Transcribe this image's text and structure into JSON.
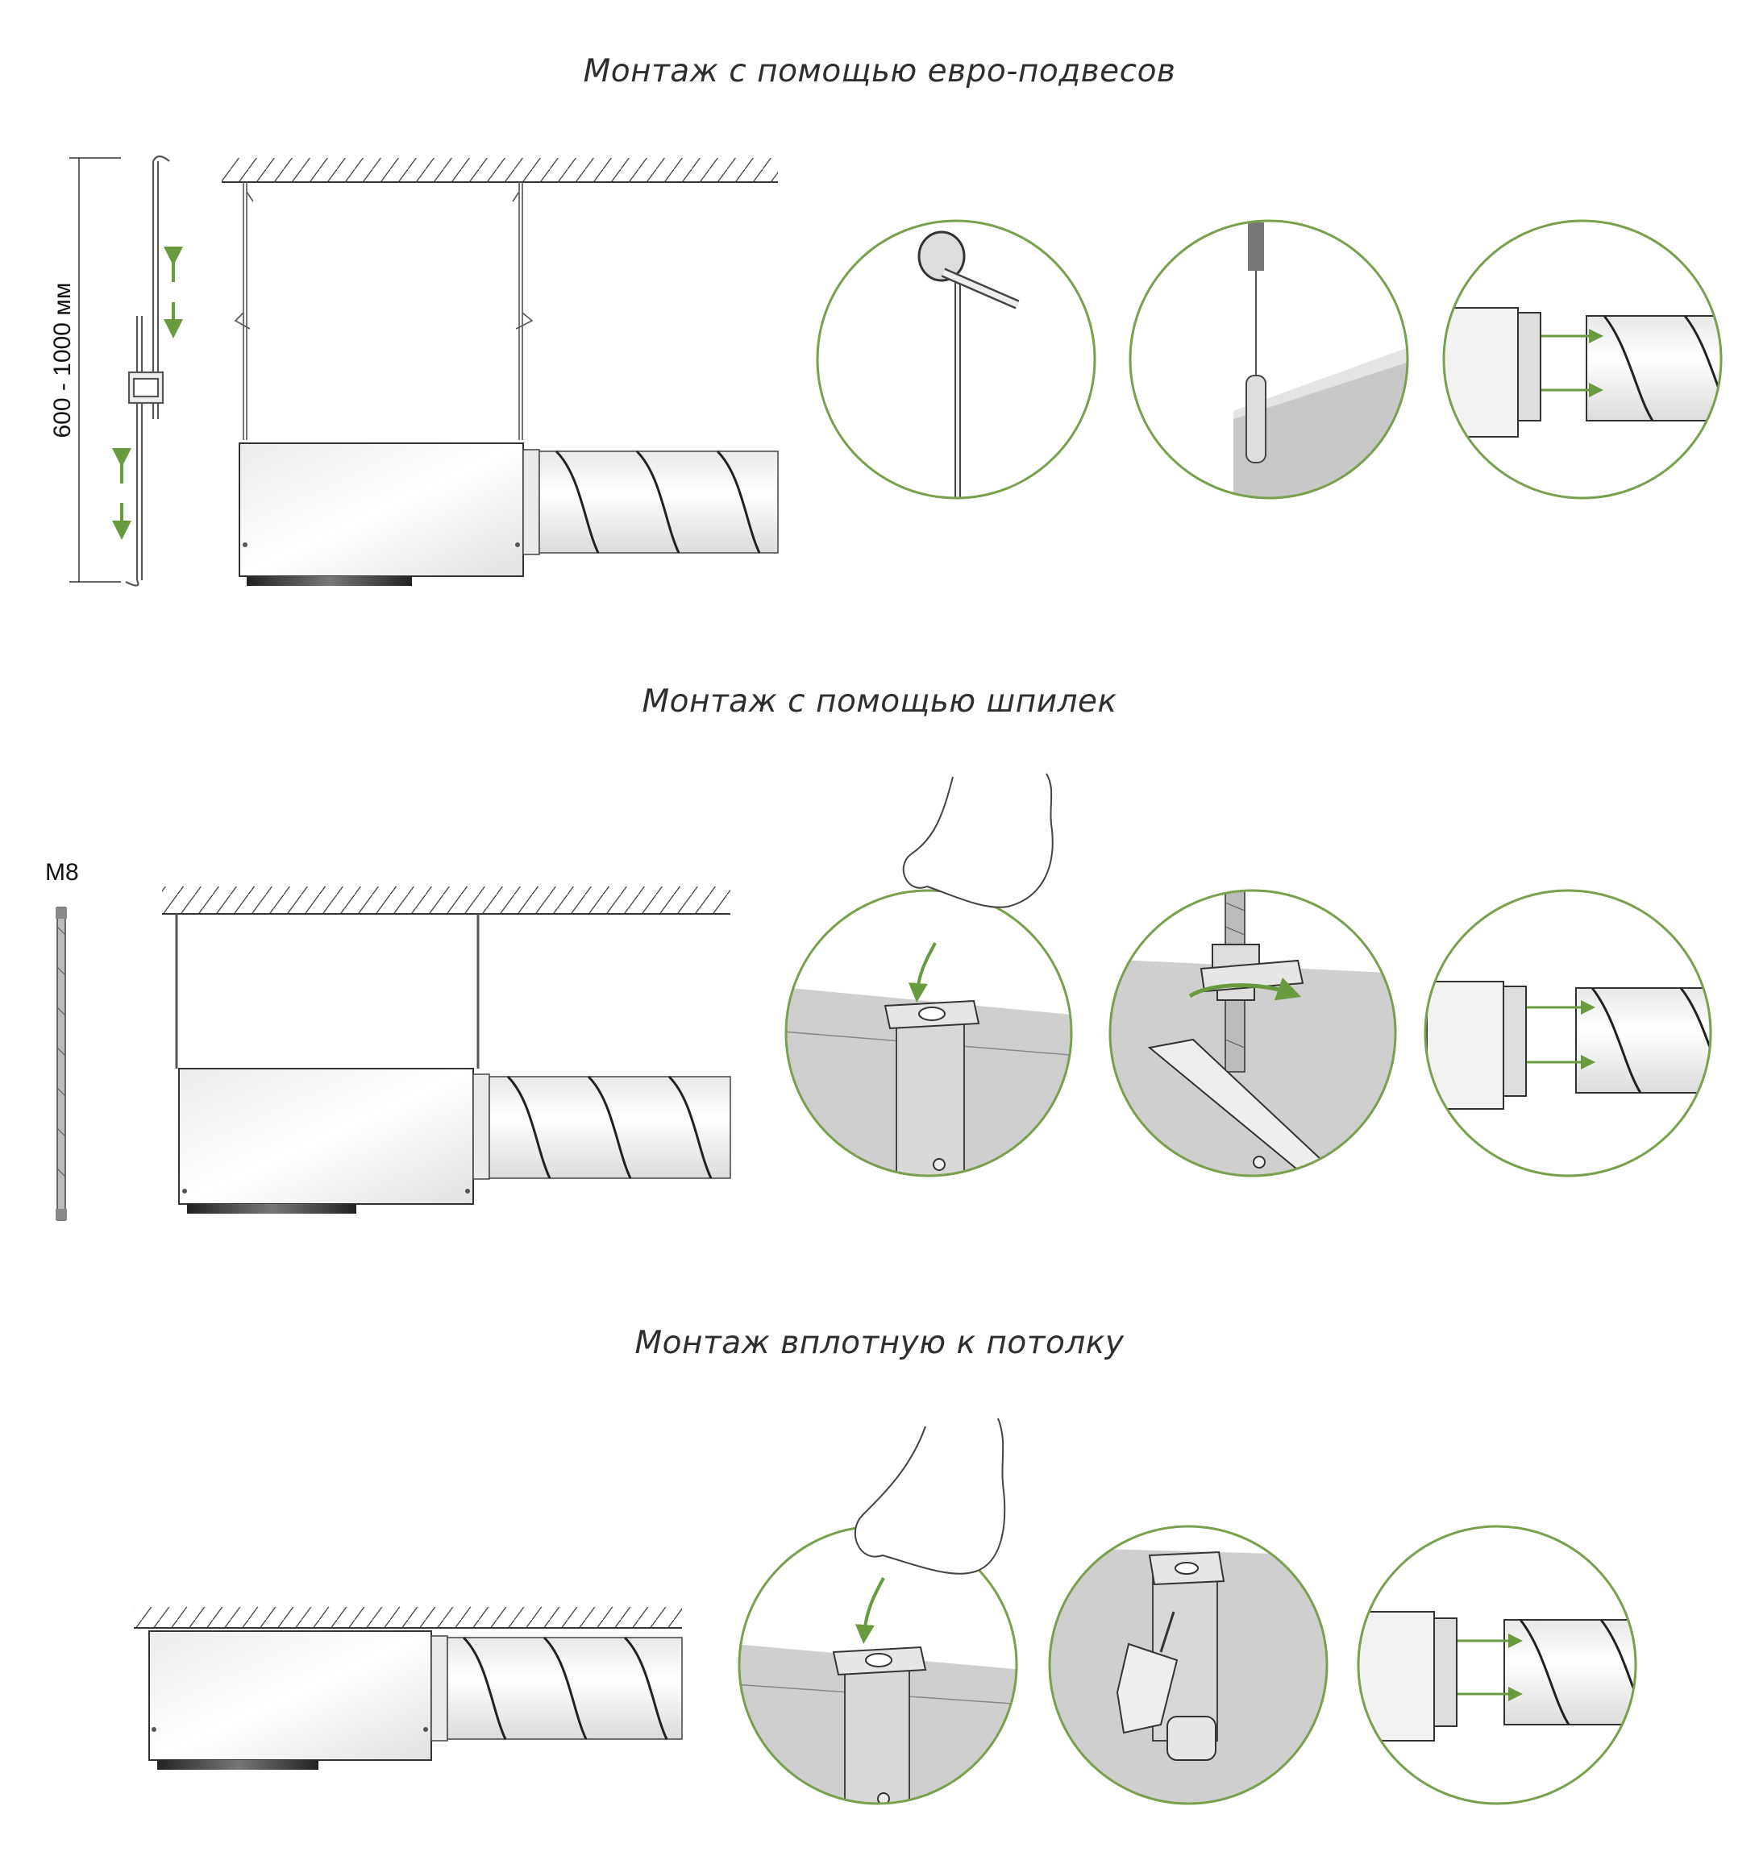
{
  "sections": [
    {
      "title": "Монтаж с помощью евро-подвесов"
    },
    {
      "title": "Монтаж с помощью шпилек"
    },
    {
      "title": "Монтаж вплотную к потолку"
    }
  ],
  "labels": {
    "hanger_length": "600 - 1000 мм",
    "rod_size": "M8"
  },
  "colors": {
    "accent_green": "#6a9a3e",
    "circle_stroke": "#78a04e",
    "line": "#333333",
    "wall_grey": "#cfcfcf"
  }
}
